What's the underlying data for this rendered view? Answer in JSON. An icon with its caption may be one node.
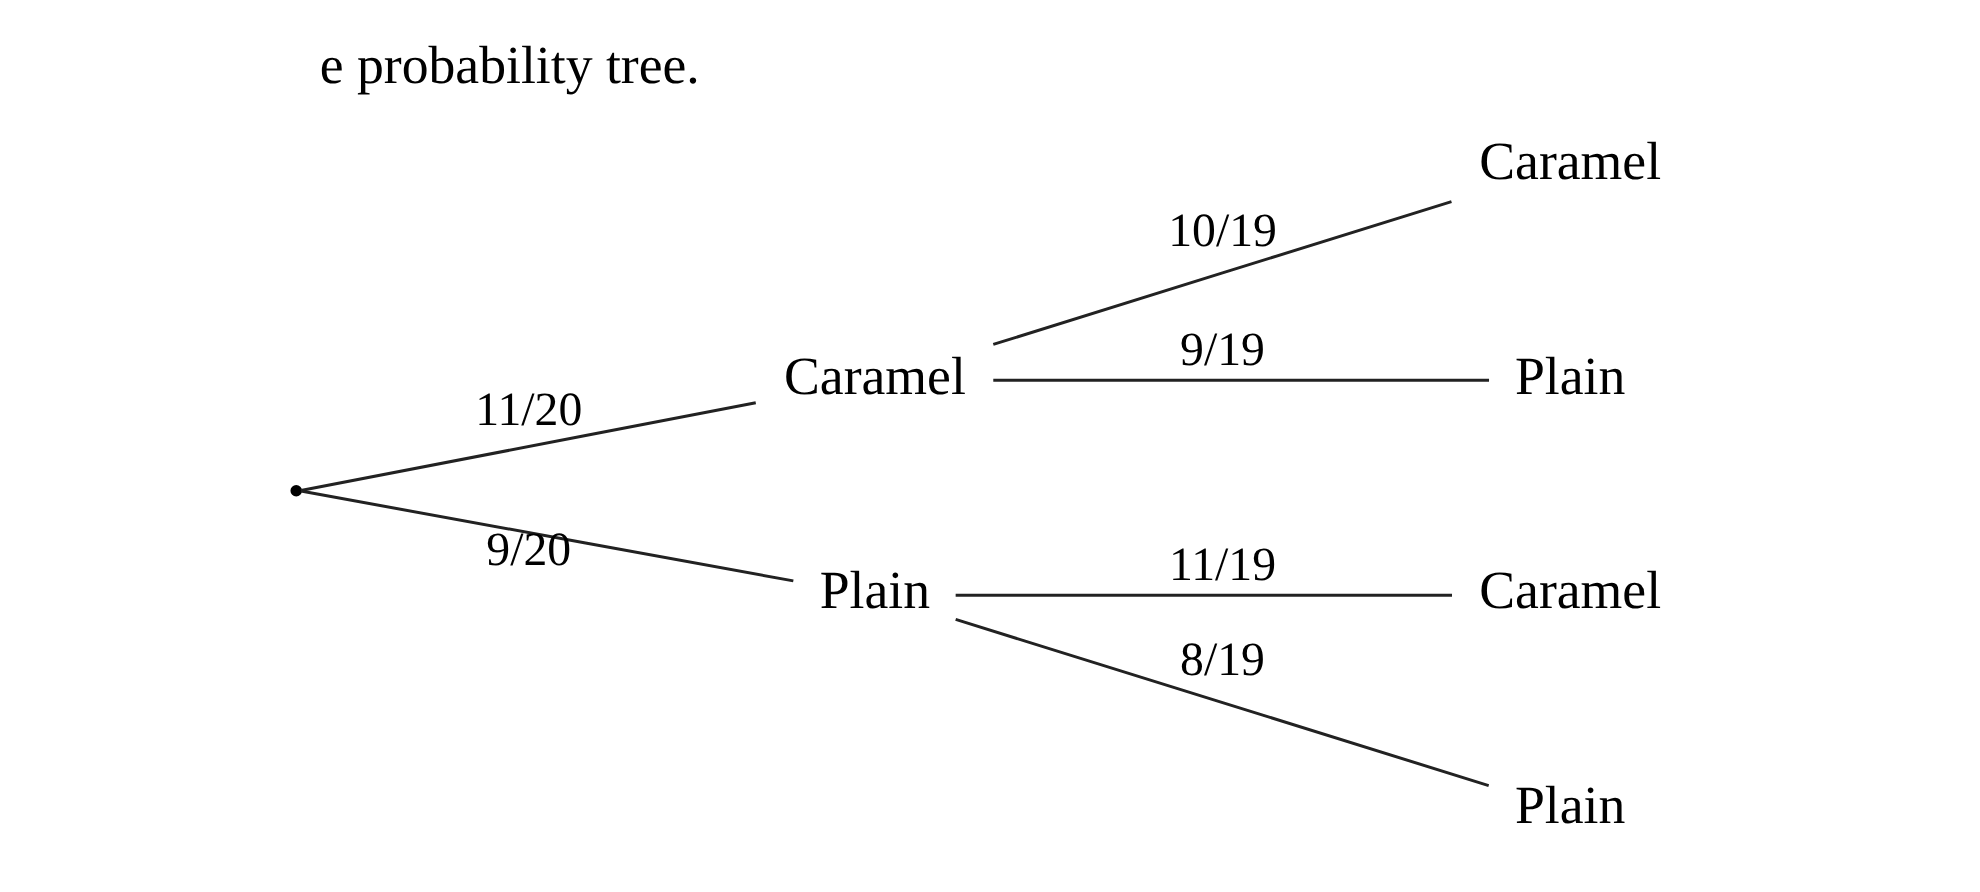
{
  "diagram": {
    "title": "e probability tree.",
    "nodes": [
      {
        "text": [],
        "shape": "point"
      },
      {
        "text": [
          "Caramel"
        ]
      },
      {
        "text": [
          "Plain"
        ]
      },
      {
        "text": [
          "Caramel"
        ]
      },
      {
        "text": [
          "Plain"
        ]
      },
      {
        "text": [
          "Caramel"
        ]
      },
      {
        "text": [
          "Plain"
        ]
      }
    ],
    "edges": [
      {
        "from": 0,
        "to": 1,
        "arrow": "none",
        "label": "11/20"
      },
      {
        "from": 0,
        "to": 2,
        "arrow": "none",
        "label": "9/20"
      },
      {
        "from": 1,
        "to": 3,
        "arrow": "none",
        "label": "10/19"
      },
      {
        "from": 1,
        "to": 4,
        "arrow": "none",
        "label": "9/19"
      },
      {
        "from": 2,
        "to": 5,
        "arrow": "none",
        "label": "11/19"
      },
      {
        "from": 2,
        "to": 6,
        "arrow": "none",
        "label": "8/19"
      }
    ]
  }
}
